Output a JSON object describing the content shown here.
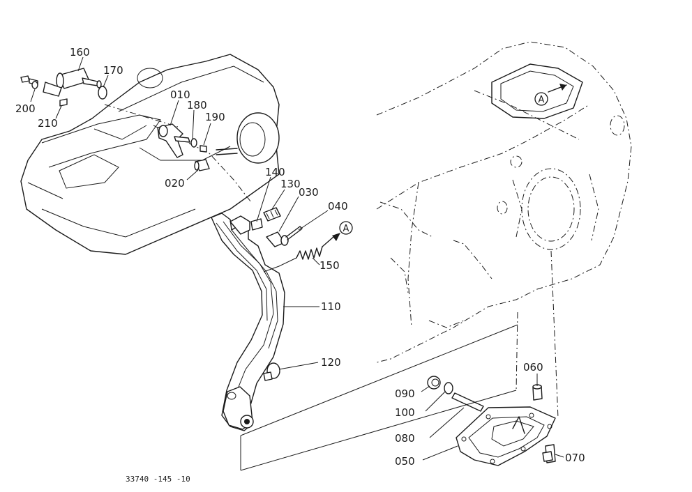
{
  "part_labels": {
    "p160": "160",
    "p170": "170",
    "p200": "200",
    "p210": "210",
    "p010": "010",
    "p180": "180",
    "p190": "190",
    "p020": "020",
    "p140": "140",
    "p130": "130",
    "p030": "030",
    "p040": "040",
    "p150": "150",
    "p110": "110",
    "p120": "120",
    "p060": "060",
    "p090": "090",
    "p100": "100",
    "p080": "080",
    "p050": "050",
    "p070": "070"
  },
  "reference_marker": "A",
  "drawing_code": "33740 -145 -10"
}
